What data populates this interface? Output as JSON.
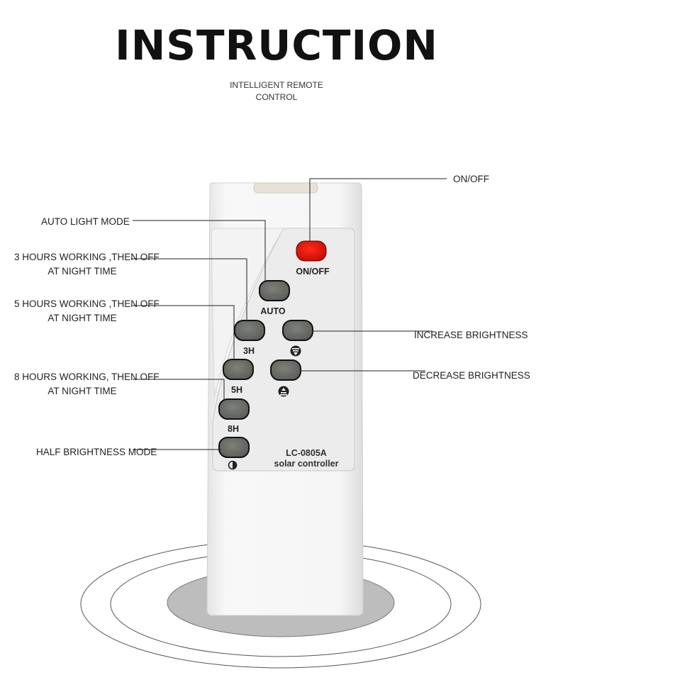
{
  "header": {
    "title": "INSTRUCTION",
    "subtitle_line1": "INTELLIGENT REMOTE",
    "subtitle_line2": "CONTROL"
  },
  "callouts": {
    "on_off": "ON/OFF",
    "auto_light_mode": "AUTO LIGHT MODE",
    "three_hours_line1": "3 HOURS WORKING ,THEN OFF",
    "three_hours_line2": "AT NIGHT TIME",
    "five_hours_line1": "5 HOURS WORKING ,THEN OFF",
    "five_hours_line2": "AT NIGHT TIME",
    "eight_hours_line1": "8 HOURS WORKING, THEN OFF",
    "eight_hours_line2": "AT NIGHT TIME",
    "half_brightness": "HALF BRIGHTNESS MODE",
    "increase_brightness": "INCREASE BRIGHTNESS",
    "decrease_brightness": "DECREASE BRIGHTNESS"
  },
  "remote": {
    "buttons": {
      "on_off": "ON/OFF",
      "auto": "AUTO",
      "three_h": "3H",
      "five_h": "5H",
      "eight_h": "8H"
    },
    "model_line1": "LC-0805A",
    "model_line2": "solar controller"
  },
  "colors": {
    "power_button": "#e01010",
    "mode_button": "#6b6e69",
    "panel": "#eeeeee",
    "body": "#f7f7f7"
  },
  "icons": {
    "increase": "brightness-up-icon",
    "decrease": "brightness-down-icon",
    "half": "half-brightness-icon"
  }
}
